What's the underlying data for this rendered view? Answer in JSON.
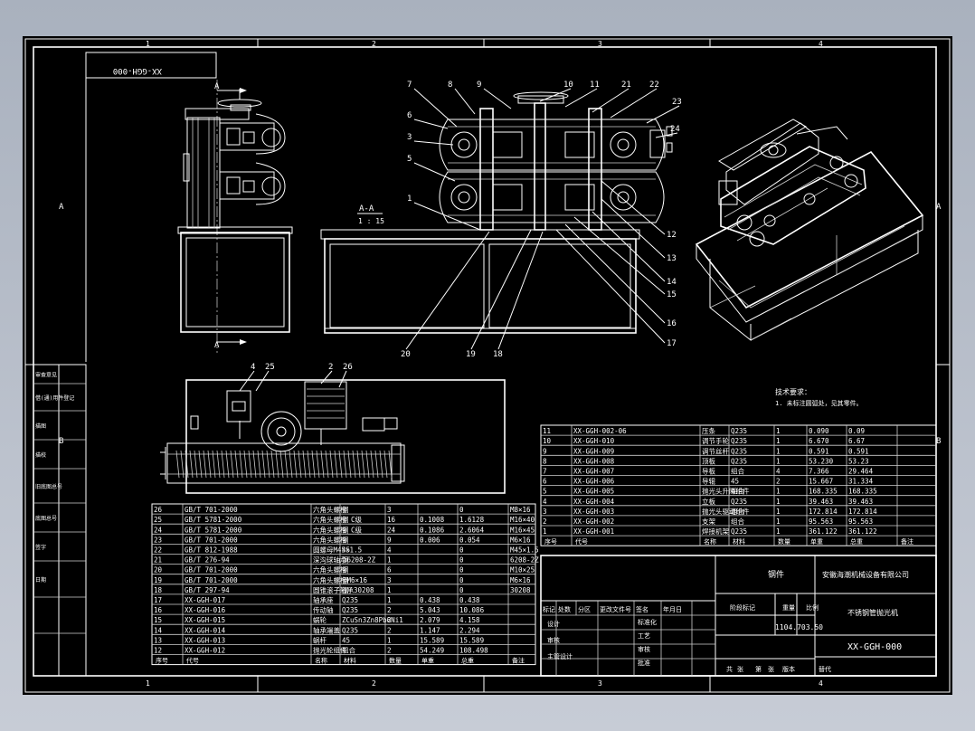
{
  "drawing": {
    "code_mirrored": "XX-GGH-000",
    "drawing_no": "XX-GGH-000",
    "scale_text": "1104.703.50",
    "section_label": "A-A",
    "section_scale": "1 : 15",
    "view_arrow_label": "A",
    "tech_title": "技术要求：",
    "tech_note": "1. 未标注圆弧处，见其零件。",
    "company": "安徽海潮机械设备有限公司",
    "title_block_name": "不锈钢管抛光机",
    "material_label": "钢件"
  },
  "zones": {
    "columns": [
      "1",
      "2",
      "3",
      "4"
    ],
    "rows": [
      "A",
      "B"
    ]
  },
  "balloons_top": [
    "7",
    "8",
    "9",
    "10",
    "11",
    "21",
    "22",
    "23",
    "24",
    "6",
    "3",
    "5",
    "1"
  ],
  "balloons_right": [
    "12",
    "13",
    "14",
    "15",
    "16",
    "17"
  ],
  "balloons_bottom": [
    "20",
    "19",
    "18"
  ],
  "balloons_plan": [
    "4",
    "25",
    "2",
    "26"
  ],
  "left_strip": [
    "审查意见",
    "借(通)用件登记",
    "描图",
    "描校",
    "旧底图总号",
    "底图总号",
    "签字",
    "日期"
  ],
  "bom_left": [
    [
      "26",
      "GB/T 701-2000",
      "六角头螺栓",
      "钢",
      "3",
      "",
      "0",
      "M8×16"
    ],
    [
      "25",
      "GB/T 5781-2000",
      "六角头螺栓 C级",
      "钢",
      "16",
      "0.1008",
      "1.6128",
      "M16×40"
    ],
    [
      "24",
      "GB/T 5781-2000",
      "六角头螺栓 C级",
      "钢",
      "24",
      "0.1086",
      "2.6064",
      "M16×45"
    ],
    [
      "23",
      "GB/T 701-2000",
      "六角头螺栓",
      "钢",
      "9",
      "0.006",
      "0.054",
      "M6×16"
    ],
    [
      "22",
      "GB/T 812-1988",
      "圆螺母M45×1.5",
      "45",
      "4",
      "",
      "0",
      "M45×1.5"
    ],
    [
      "21",
      "GB/T 276-94",
      "深沟球轴承6208-2Z",
      "钢",
      "1",
      "",
      "0",
      "6208-2Z"
    ],
    [
      "20",
      "GB/T 701-2000",
      "六角头螺栓",
      "钢",
      "6",
      "",
      "0",
      "M10×25"
    ],
    [
      "19",
      "GB/T 701-2000",
      "六角头螺栓M6×16",
      "钢",
      "3",
      "",
      "0",
      "M6×16"
    ],
    [
      "18",
      "GB/T 297-94",
      "圆锥滚子轴承30208",
      "钢",
      "1",
      "",
      "0",
      "30208"
    ],
    [
      "17",
      "XX-GGH-017",
      "轴承座",
      "Q235",
      "1",
      "0.438",
      "0.438",
      ""
    ],
    [
      "16",
      "XX-GGH-016",
      "传动轴",
      "Q235",
      "2",
      "5.043",
      "10.086",
      ""
    ],
    [
      "15",
      "XX-GGH-015",
      "蜗轮",
      "ZCuSn3Zn8Pb6Ni1",
      "2",
      "2.079",
      "4.158",
      ""
    ],
    [
      "14",
      "XX-GGH-014",
      "轴承端盖",
      "Q235",
      "2",
      "1.147",
      "2.294",
      ""
    ],
    [
      "13",
      "XX-GGH-013",
      "蜗杆",
      "45",
      "1",
      "15.589",
      "15.589",
      ""
    ],
    [
      "12",
      "XX-GGH-012",
      "抛光轮组件",
      "组合",
      "2",
      "54.249",
      "108.498",
      ""
    ]
  ],
  "bom_left_header": [
    "序号",
    "代号",
    "名称",
    "材料",
    "数量",
    "单重",
    "总重",
    "备注"
  ],
  "bom_right": [
    [
      "11",
      "XX-GGH-002-06",
      "压条",
      "Q235",
      "1",
      "0.090",
      "0.09",
      ""
    ],
    [
      "10",
      "XX-GGH-010",
      "调节手轮",
      "Q235",
      "1",
      "6.670",
      "6.67",
      ""
    ],
    [
      "9",
      "XX-GGH-009",
      "调节丝杆",
      "Q235",
      "1",
      "0.591",
      "0.591",
      ""
    ],
    [
      "8",
      "XX-GGH-008",
      "顶板",
      "Q235",
      "1",
      "53.230",
      "53.23",
      ""
    ],
    [
      "7",
      "XX-GGH-007",
      "导板",
      "组合",
      "4",
      "7.366",
      "29.464",
      ""
    ],
    [
      "6",
      "XX-GGH-006",
      "导辊",
      "45",
      "2",
      "15.667",
      "31.334",
      ""
    ],
    [
      "5",
      "XX-GGH-005",
      "抛光头升降组件",
      "组合",
      "1",
      "168.335",
      "168.335",
      ""
    ],
    [
      "4",
      "XX-GGH-004",
      "立板",
      "Q235",
      "1",
      "39.463",
      "39.463",
      ""
    ],
    [
      "3",
      "XX-GGH-003",
      "抛光头驱动组件",
      "组合",
      "1",
      "172.814",
      "172.814",
      ""
    ],
    [
      "2",
      "XX-GGH-002",
      "支架",
      "组合",
      "1",
      "95.563",
      "95.563",
      ""
    ],
    [
      "1",
      "XX-GGH-001",
      "焊接机架",
      "Q235",
      "1",
      "361.122",
      "361.122",
      ""
    ]
  ],
  "bom_right_header": [
    "序号",
    "代号",
    "名称",
    "材料",
    "数量",
    "单重",
    "总重",
    "备注"
  ],
  "title_block": {
    "rev_header": [
      "标记",
      "处数",
      "分区",
      "更改文件号",
      "签名",
      "年月日"
    ],
    "roles": [
      "设计",
      "审核",
      "主管设计"
    ],
    "roles_mid": [
      "标准化",
      "工艺",
      "审核",
      "批准"
    ],
    "stage_header": [
      "阶段标记",
      "重量",
      "比例"
    ],
    "bottom": [
      "共",
      "张",
      "第",
      "张",
      "版本",
      "替代"
    ]
  }
}
